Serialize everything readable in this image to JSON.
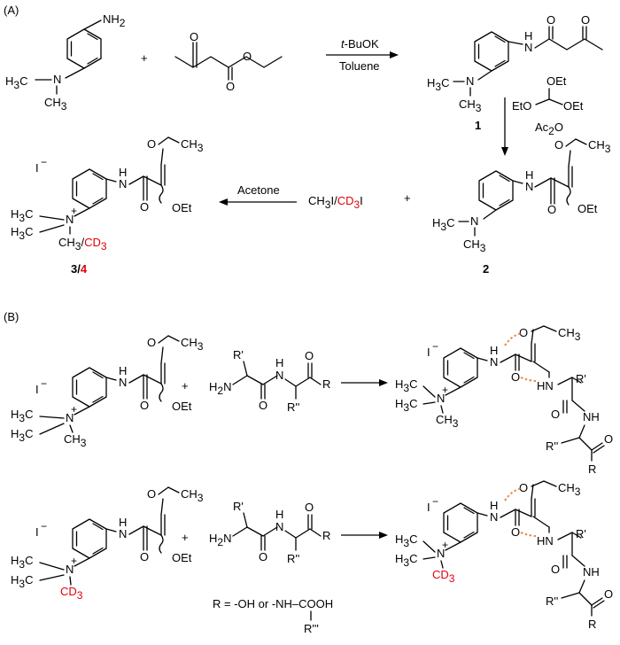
{
  "panelA": {
    "label": "(A)",
    "amine": {
      "nh2": "NH",
      "nh2_sub": "2",
      "nme2": "H",
      "nme2_sub": "3",
      "nme2_rest": "C",
      "n": "N",
      "ch3": "CH",
      "ch3_sub": "3"
    },
    "plus1": "+",
    "ester": {
      "o1": "O",
      "o2": "O",
      "o3": "O"
    },
    "reagent1_top_prefix": "t",
    "reagent1_top_rest": "-BuOK",
    "reagent1_bottom": "Toluene",
    "cpd1": {
      "h": "H",
      "n": "N",
      "o1": "O",
      "o2": "O",
      "label": "1"
    },
    "orthoformate": {
      "oet_top": "OEt",
      "eto": "EtO",
      "oet_right": "OEt"
    },
    "ac2o_a": "Ac",
    "ac2o_sub": "2",
    "ac2o_b": "O",
    "cpd2": {
      "label": "2",
      "oet": "OEt",
      "co": "O",
      "ch3": "CH",
      "ch3_sub": "3"
    },
    "plus2": "+",
    "iodides_a": "CH",
    "iodides_sub": "3",
    "iodides_b": "I/",
    "iodides_red": "CD",
    "iodides_red_sub": "3",
    "iodides_c": "I",
    "reagent2": "Acetone",
    "cpd34": {
      "i": "I",
      "minus": "−",
      "plus": "+",
      "ch3": "CH",
      "ch3_sub": "3",
      "slash": "/",
      "cd3": "CD",
      "cd3_sub": "3",
      "oet": "OEt",
      "h": "H",
      "n": "N"
    },
    "label34_a": "3/",
    "label34_b": "4"
  },
  "panelB": {
    "label": "(B)",
    "rprime": "R'",
    "rdouble": "R''",
    "rtriple": "R'''",
    "r": "R",
    "h2n": "H",
    "h2n_sub": "2",
    "h2n_b": "N",
    "nh": "H",
    "oet": "OEt",
    "hn": "HN",
    "nh_b": "NH",
    "plus": "+",
    "r_def": "R = -OH or -NH–COOH"
  }
}
